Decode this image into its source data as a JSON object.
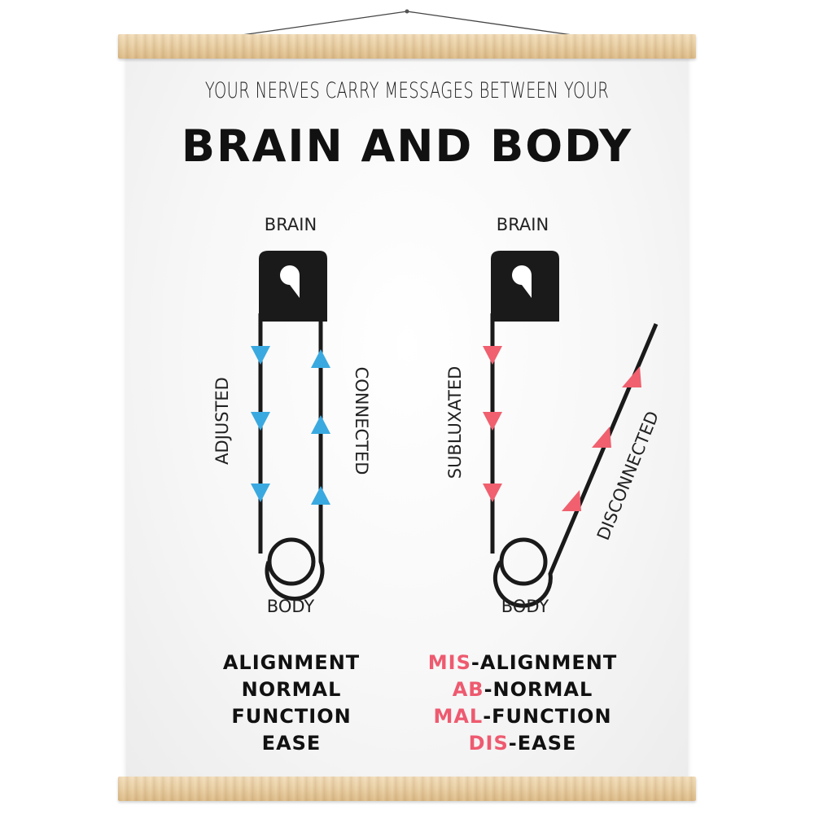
{
  "poster": {
    "subtitle": "YOUR NERVES CARRY MESSAGES BETWEEN YOUR",
    "title": "BRAIN AND BODY"
  },
  "left_pin": {
    "top_label": "BRAIN",
    "bottom_label": "BODY",
    "left_side_label": "ADJUSTED",
    "right_side_label": "CONNECTED",
    "arrow_color": "#3aa9e0",
    "words": [
      "ALIGNMENT",
      "NORMAL",
      "FUNCTION",
      "EASE"
    ]
  },
  "right_pin": {
    "top_label": "BRAIN",
    "bottom_label": "BODY",
    "left_side_label": "SUBLUXATED",
    "right_side_label": "DISCONNECTED",
    "arrow_color": "#f0606f",
    "words": [
      {
        "prefix": "MIS",
        "rest": "-ALIGNMENT"
      },
      {
        "prefix": "AB",
        "rest": "-NORMAL"
      },
      {
        "prefix": "MAL",
        "rest": "-FUNCTION"
      },
      {
        "prefix": "DIS",
        "rest": "-EASE"
      }
    ]
  },
  "colors": {
    "pin": "#1a1a1a",
    "highlight": "#ee5a6f",
    "rail_wood": "#e9cfa4"
  }
}
